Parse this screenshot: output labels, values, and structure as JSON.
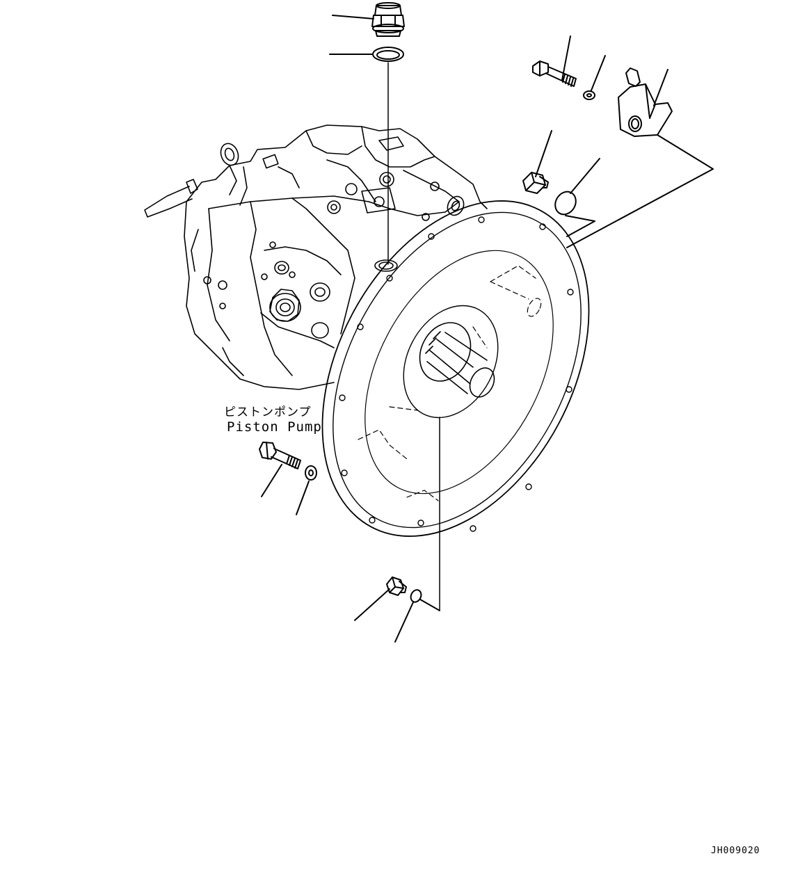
{
  "diagram": {
    "part_label_japanese": "ピストンポンプ",
    "part_label_english": "Piston Pump",
    "drawing_code": "JH009020"
  }
}
